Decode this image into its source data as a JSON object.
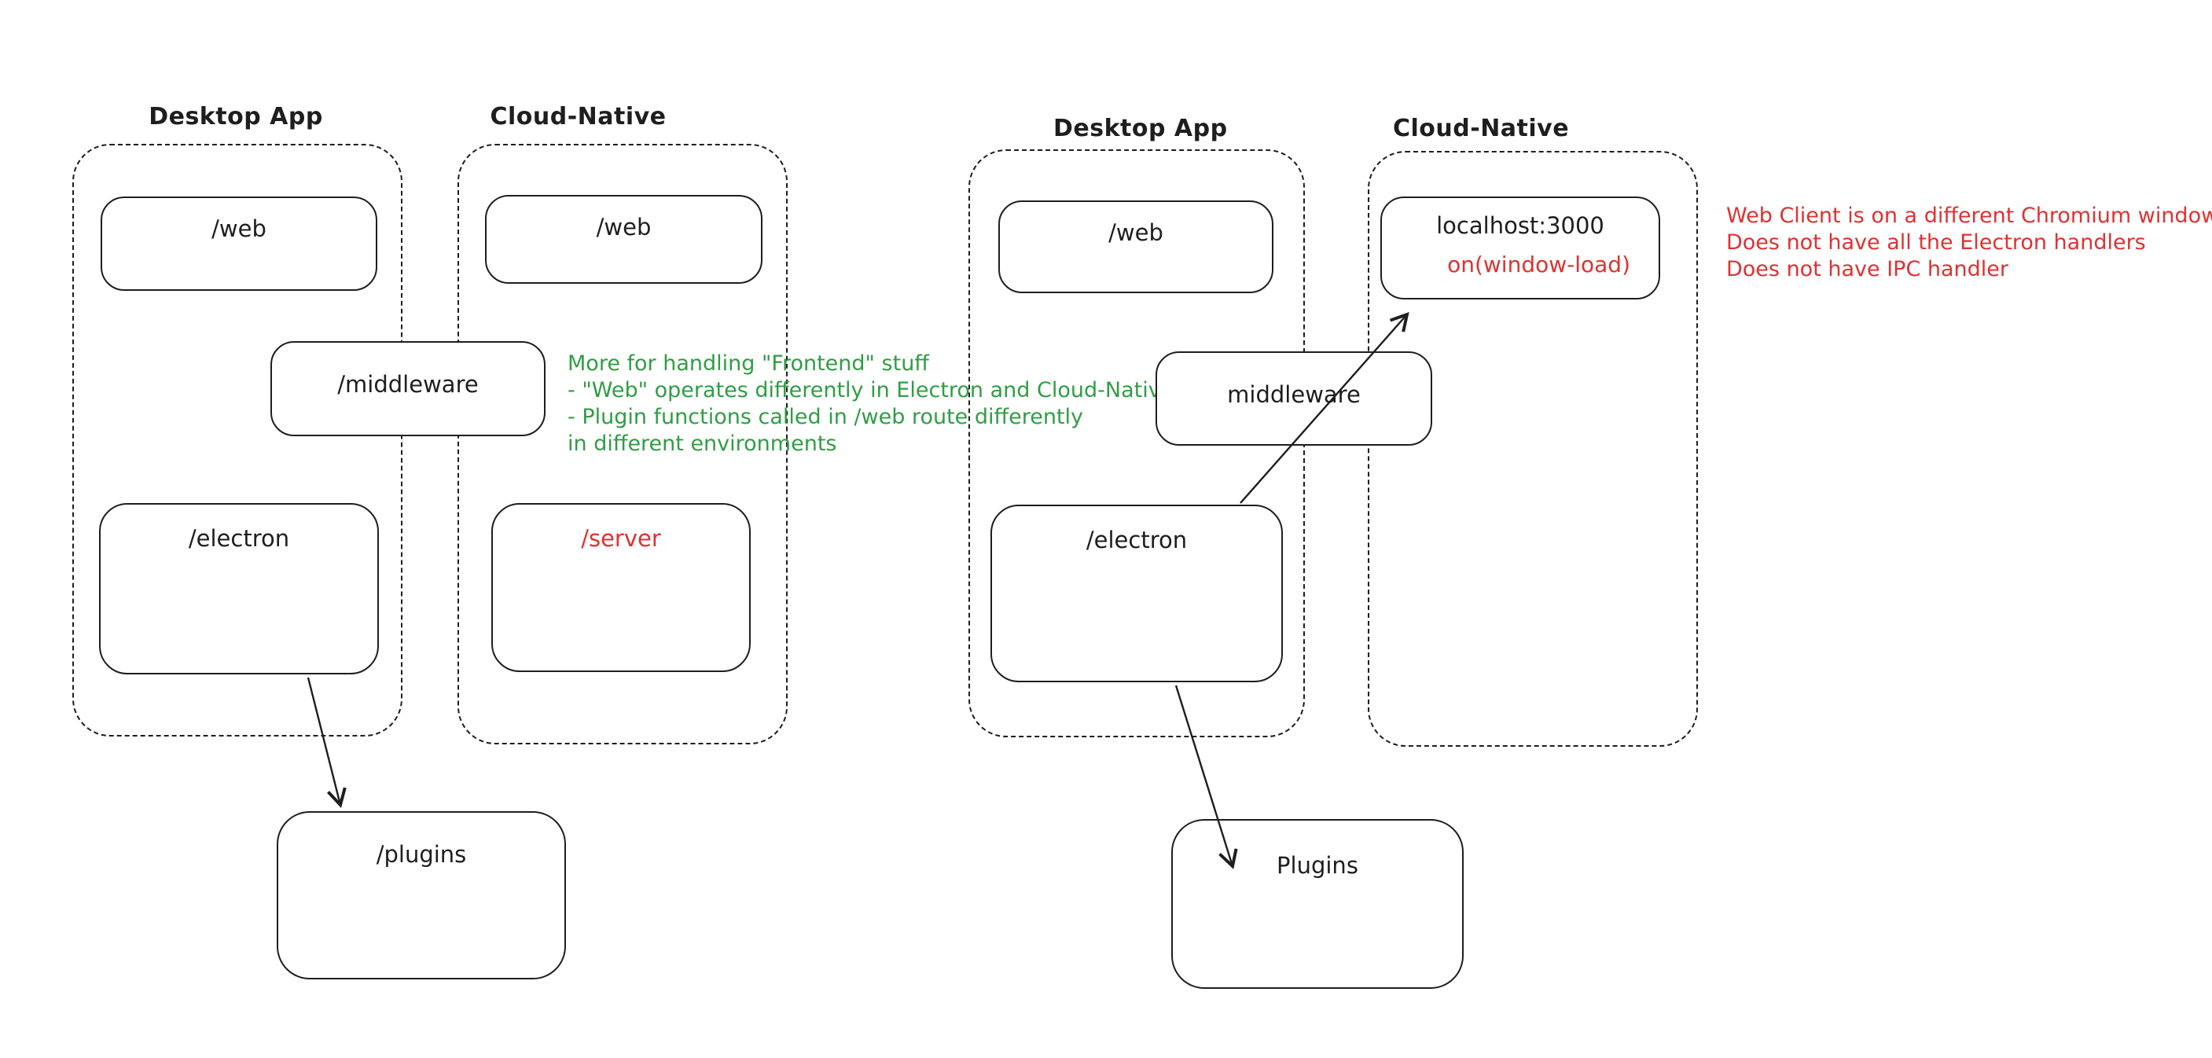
{
  "colors": {
    "stroke": "#1e1e1e",
    "red": "#e03131",
    "green": "#2f9e44",
    "background": "#ffffff"
  },
  "left_diagram": {
    "desktop_label": "Desktop App",
    "cloud_label": "Cloud-Native",
    "desktop_web": "/web",
    "cloud_web": "/web",
    "middleware": "/middleware",
    "electron": "/electron",
    "server": "/server",
    "plugins": "/plugins",
    "green_note": [
      "More for handling \"Frontend\" stuff",
      "- \"Web\" operates differently in Electron and Cloud-Native",
      "- Plugin functions called in /web route differently",
      "in different environments"
    ]
  },
  "right_diagram": {
    "desktop_label": "Desktop App",
    "cloud_label": "Cloud-Native",
    "desktop_web": "/web",
    "localhost": "localhost:3000",
    "window_load": "on(window-load)",
    "middleware": "middleware",
    "electron": "/electron",
    "plugins": "Plugins",
    "red_note": [
      "Web Client is on a different Chromium window",
      "Does not have all the Electron handlers",
      "Does not have IPC handler"
    ]
  }
}
